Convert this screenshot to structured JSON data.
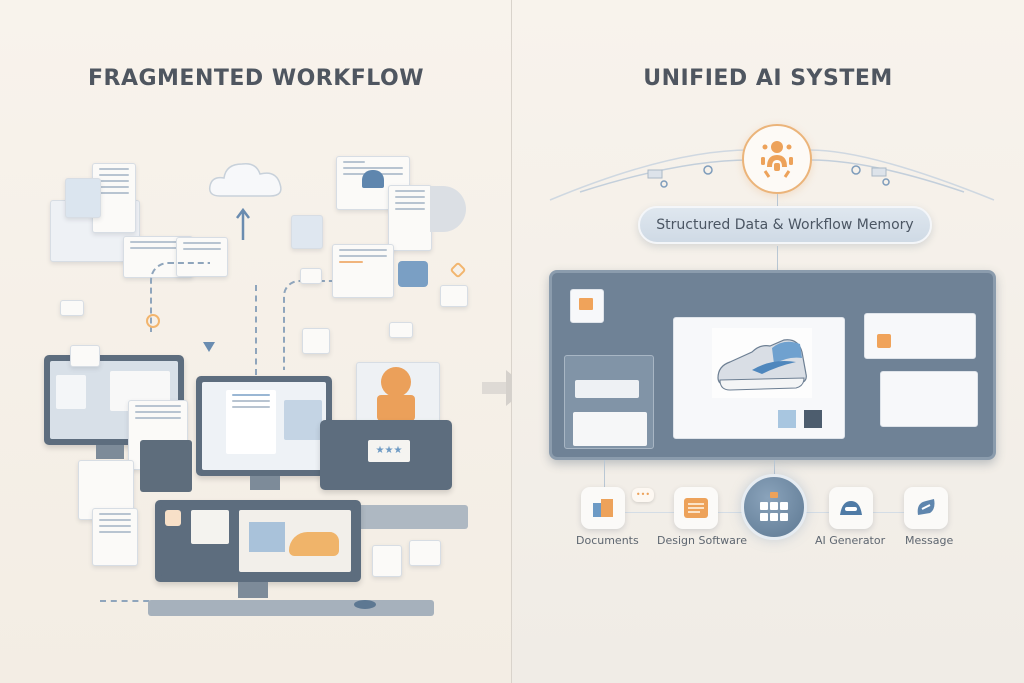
{
  "left_panel": {
    "title": "FRAGMENTED WORKFLOW",
    "elements": [
      "documents",
      "cloud-storage",
      "email",
      "design-monitor",
      "ai-robot-window",
      "shoe-design-monitor",
      "chat-bubble"
    ]
  },
  "right_panel": {
    "title": "UNIFIED AI SYSTEM",
    "hub_icon": "ai-agent-icon",
    "memory_label": "Structured Data & Workflow Memory",
    "dashboard": {
      "main_window": "shoe-product-view"
    },
    "tools": [
      {
        "label": "Documents",
        "icon": "documents-icon"
      },
      {
        "label": "Design Software",
        "icon": "design-software-icon"
      },
      {
        "label": "AI Generator",
        "icon": "ai-generator-icon"
      },
      {
        "label": "Message",
        "icon": "message-icon"
      }
    ]
  },
  "colors": {
    "background": "#f6f1ea",
    "slate": "#5d6d7e",
    "accent_orange": "#eda25a",
    "accent_blue": "#6d9ac4",
    "title_text": "#4f5660"
  }
}
